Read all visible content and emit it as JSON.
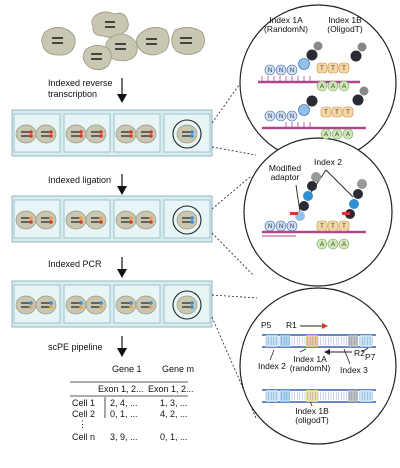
{
  "steps": {
    "rt": [
      "Indexed reverse",
      "transcription"
    ],
    "ligation": "Indexed ligation",
    "pcr": "Indexed PCR",
    "pipeline": "scPE pipeline"
  },
  "zoom1": {
    "index_1a": [
      "Index 1A",
      "(RandomN)"
    ],
    "index_1b": [
      "Index 1B",
      "(OligodT)"
    ],
    "n_letter": "N",
    "t_letter": "T",
    "a_letter": "A"
  },
  "zoom2": {
    "modified_adaptor": [
      "Modified",
      "adaptor"
    ],
    "index_2": "Index 2"
  },
  "zoom3": {
    "p5": "P5",
    "r1": "R1",
    "r2": "R2",
    "p7": "P7",
    "index_2": "Index 2",
    "index_1a": [
      "Index 1A",
      "(randomN)"
    ],
    "index_3": "Index 3",
    "index_1b": [
      "Index 1B",
      "(oligodT)"
    ]
  },
  "matrix": {
    "genes": [
      "Gene 1",
      "Gene m"
    ],
    "exons": [
      "Exon 1, 2...",
      "Exon 1, 2..."
    ],
    "rows": [
      {
        "cell": "Cell 1",
        "g1": "2, 4, ...",
        "gm": "1, 3, ..."
      },
      {
        "cell": "Cell 2",
        "g1": "0, 1, ...",
        "gm": "4, 2, ..."
      },
      {
        "cell": "Cell n",
        "g1": "3, 9, ...",
        "gm": "0, 1, ..."
      }
    ],
    "vdots": "⋮"
  },
  "colors": {
    "cell_fill": "#c9c6b1",
    "cell_edge": "#9a9780",
    "well_fill": "#d8edf0",
    "well_edge": "#8fb8c0",
    "red_bead": "#d23a2e",
    "blue_bead": "#2f8fd2",
    "orange_bead": "#e8a24a",
    "dark_bead": "#2b2b35",
    "rna_magenta": "#b0478e",
    "dna_blue": "#3a5fb0",
    "n_fill": "#cfe0f5",
    "t_fill": "#f5d7a6",
    "a_fill": "#cfe8b8"
  }
}
